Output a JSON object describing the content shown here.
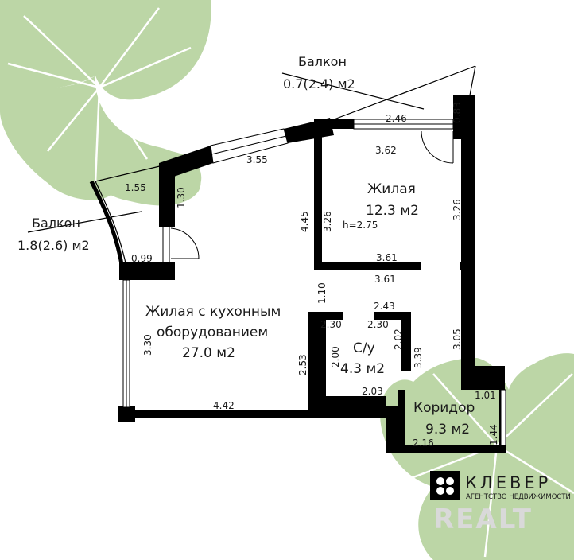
{
  "balconies": [
    {
      "title": "Балкон",
      "area": "0.7(2.4) м2"
    },
    {
      "title": "Балкон",
      "area": "1.8(2.6) м2"
    }
  ],
  "rooms": {
    "living_small": {
      "name": "Жилая",
      "area": "12.3 м2",
      "height": "h=2.75"
    },
    "living_kitchen": {
      "line1": "Жилая с кухонным",
      "line2": "оборудованием",
      "area": "27.0 м2"
    },
    "bathroom": {
      "name": "С/у",
      "area": "4.3 м2"
    },
    "corridor": {
      "name": "Коридор",
      "area": "9.3 м2"
    }
  },
  "dimensions": {
    "d_2_46": "2.46",
    "d_0_83": "0.83",
    "d_3_62": "3.62",
    "d_3_55": "3.55",
    "d_1_55": "1.55",
    "d_1_30": "1.30",
    "d_4_45": "4.45",
    "d_3_26_left": "3.26",
    "d_3_26_right": "3.26",
    "d_3_61_top": "3.61",
    "d_3_61_bottom": "3.61",
    "d_0_99": "0.99",
    "d_1_10": "1.10",
    "d_2_43": "2.43",
    "d_2_30_left": "2.30",
    "d_2_30_right": "2.30",
    "d_2_00": "2.00",
    "d_2_02": "2.02",
    "d_3_39": "3.39",
    "d_3_05": "3.05",
    "d_3_30": "3.30",
    "d_2_53": "2.53",
    "d_2_03": "2.03",
    "d_4_42": "4.42",
    "d_1_01": "1.01",
    "d_1_44": "1.44",
    "d_2_16": "2.16"
  },
  "logo": {
    "name": "КЛЕВЕР",
    "subtitle": "АГЕНТСТВО НЕДВИЖИМОСТИ"
  },
  "watermark": "REALT",
  "colors": {
    "leaf": "#bcd6a6",
    "leaf_dark": "#9ec285",
    "wall": "#000000",
    "window": "#ffffff"
  }
}
